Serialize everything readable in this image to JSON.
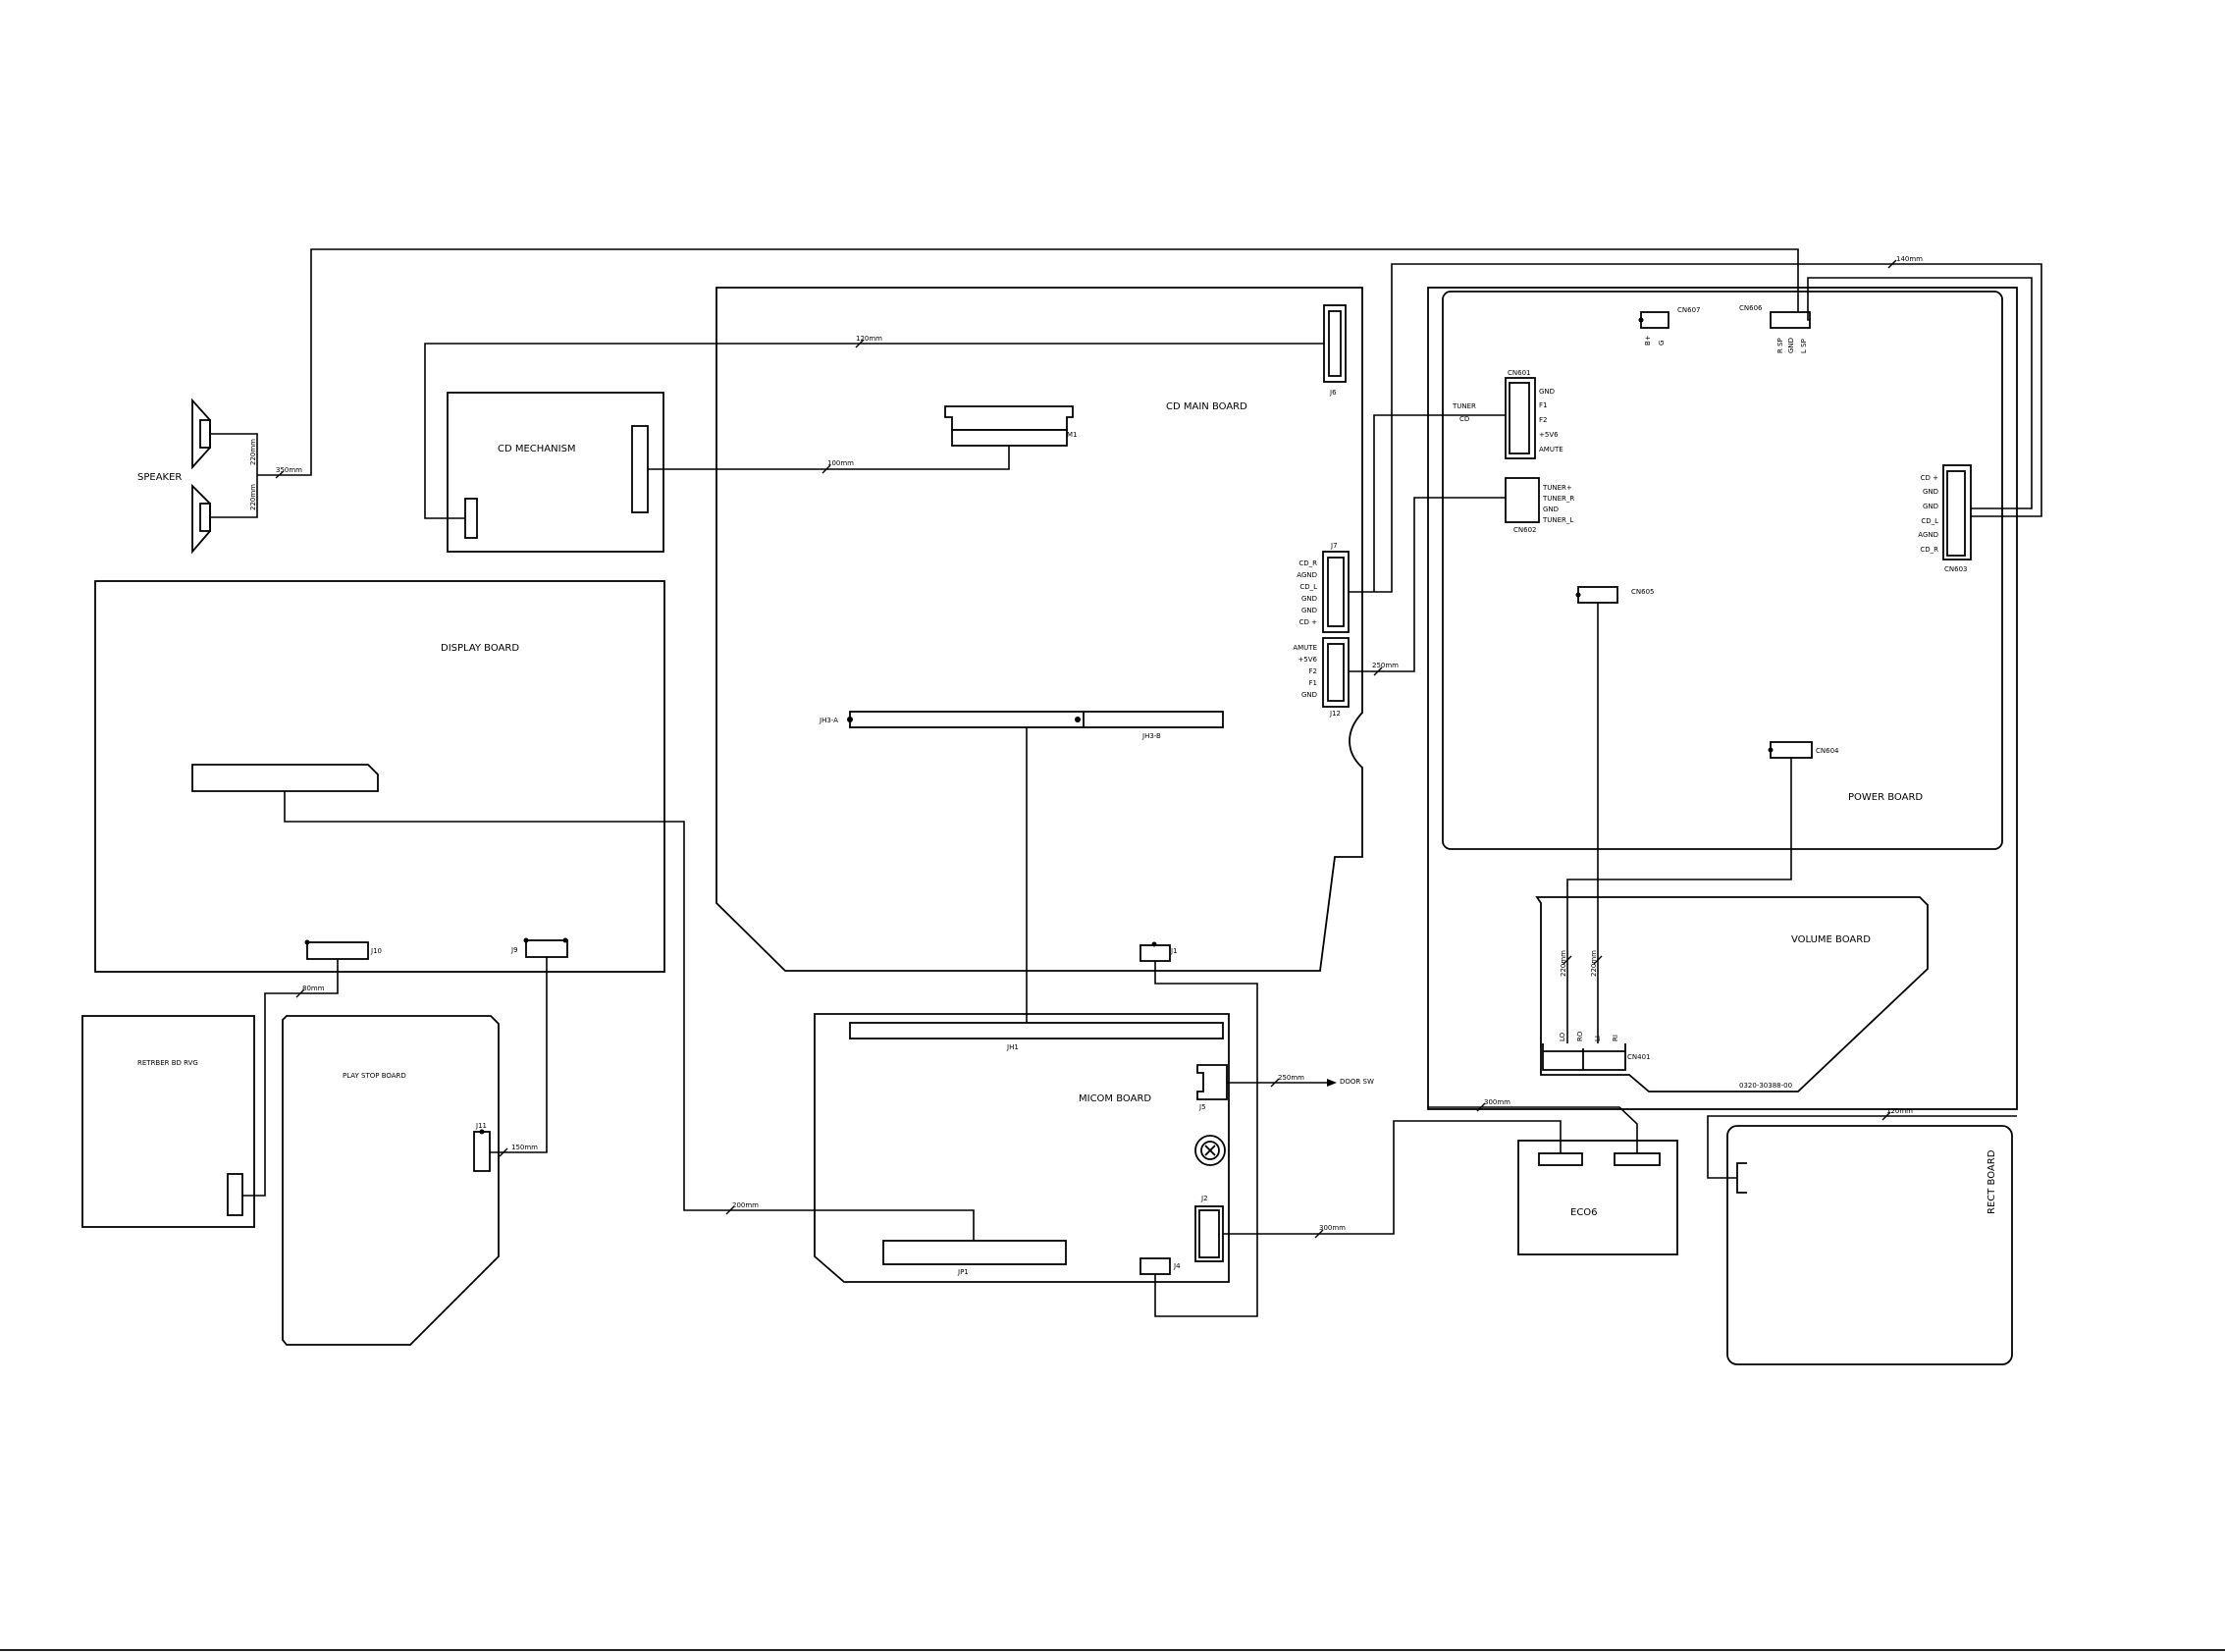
{
  "boards": {
    "speaker": "SPEAKER",
    "cd_mechanism": "CD MECHANISM",
    "cd_main": "CD MAIN BOARD",
    "power": "POWER BOARD",
    "display": "DISPLAY BOARD",
    "retrber": "RETRBER BD RVG",
    "play_stop": "PLAY STOP BOARD",
    "micom": "MICOM BOARD",
    "volume": "VOLUME BOARD",
    "eco6": "ECO6",
    "rect": "RECT BOARD"
  },
  "connectors": {
    "j6": "J6",
    "m1": "M1",
    "j7": "J7",
    "j12": "J12",
    "jh3a": "JH3-A",
    "jh3b": "JH3-B",
    "j1": "J1",
    "jh1": "JH1",
    "j5": "J5",
    "j2": "J2",
    "j4": "J4",
    "jp1": "JP1",
    "j10": "J10",
    "j9": "J9",
    "j11": "J11",
    "cn607": "CN607",
    "cn606": "CN606",
    "cn601": "CN601",
    "cn602": "CN602",
    "cn603": "CN603",
    "cn605": "CN605",
    "cn604": "CN604",
    "cn401": "CN401"
  },
  "pins": {
    "j7": [
      "CD_R",
      "AGND",
      "CD_L",
      "GND",
      "GND",
      "CD +"
    ],
    "j12": [
      "AMUTE",
      "+5V6",
      "F2",
      "F1",
      "GND"
    ],
    "cn601": [
      "GND",
      "F1",
      "F2",
      "+5V6",
      "AMUTE"
    ],
    "cn602": [
      "TUNER+",
      "TUNER_R",
      "GND",
      "TUNER_L"
    ],
    "cn603": [
      "CD +",
      "GND",
      "GND",
      "CD_L",
      "AGND",
      "CD_R"
    ],
    "cn607": [
      "B+",
      "G"
    ],
    "cn606": [
      "R SP",
      "GND",
      "L SP"
    ],
    "cn401": [
      "LO",
      "RO",
      "LI",
      "RI"
    ]
  },
  "labels": {
    "tuner": "TUNER",
    "cd": "CD",
    "door_sw": "DOOR SW",
    "part_no": "0320-30388-00"
  },
  "lengths": {
    "l350": "350mm",
    "l220a": "220mm",
    "l220b": "220mm",
    "l120_top": "120mm",
    "l100": "100mm",
    "l140": "140mm",
    "l250_j12": "250mm",
    "l80": "80mm",
    "l150": "150mm",
    "l200": "200mm",
    "l250_door": "250mm",
    "l300_j2": "300mm",
    "l300_eco": "300mm",
    "l120_rect": "120mm",
    "l220_vol1": "220mm",
    "l220_vol2": "220mm"
  }
}
